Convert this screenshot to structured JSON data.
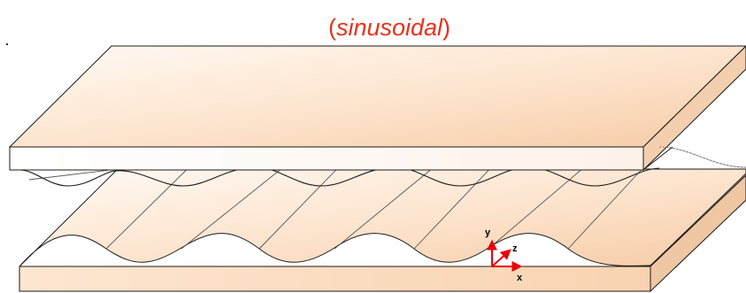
{
  "title": {
    "open_paren": "(",
    "word": "sinusoidal",
    "close_paren": ")"
  },
  "axes": {
    "x": "x",
    "y": "y",
    "z": "z"
  },
  "colors": {
    "title": "#e8311c",
    "axis_arrows": "#e8000b",
    "plate_fill_light": "#fff9f3",
    "plate_fill_dark": "#f9d5b5",
    "plate_side": "#efc7a3",
    "outline": "#1a1a1a",
    "hidden_wave": "#7a7a7a"
  }
}
